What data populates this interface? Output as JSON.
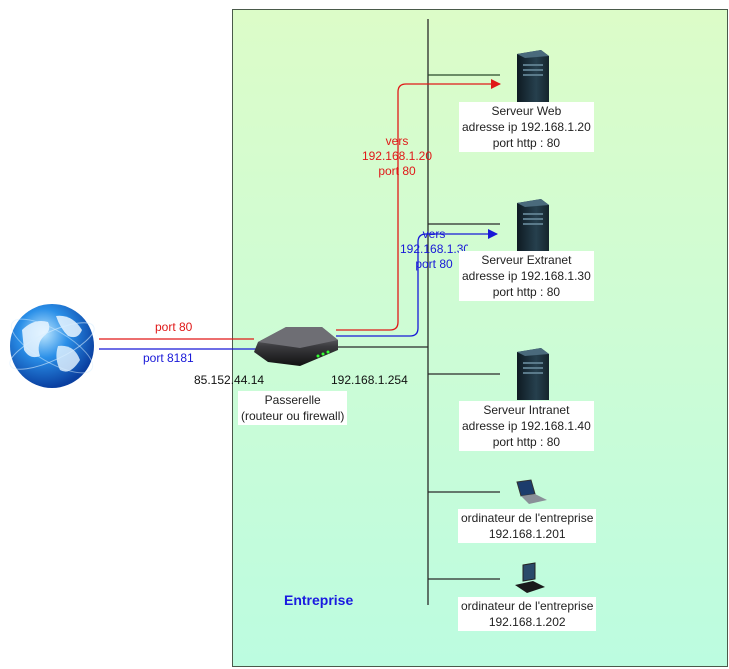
{
  "diagram": {
    "zone_label": "Entreprise",
    "colors": {
      "zone_top": "#dcfcc8",
      "zone_bottom": "#bcfce0",
      "web_flow": "#e01818",
      "extranet_flow": "#1818d8",
      "label_blue": "#1a1ae0",
      "bus": "#2a2a2a"
    },
    "internet": {
      "icon": "globe-icon",
      "links": [
        {
          "label": "port 80",
          "color": "red"
        },
        {
          "label": "port 8181",
          "color": "blue"
        }
      ]
    },
    "gateway": {
      "icon": "router-icon",
      "wan_ip": "85.152.44.14",
      "lan_ip": "192.168.1.254",
      "name_line1": "Passerelle",
      "name_line2": "(routeur ou firewall)"
    },
    "flows": [
      {
        "line1": "vers",
        "line2": "192.168.1.20",
        "line3": "port 80",
        "color": "red"
      },
      {
        "line1": "vers",
        "line2": "192.168.1.30",
        "line3": "port 80",
        "color": "blue"
      }
    ],
    "nodes": [
      {
        "icon": "server-icon",
        "lines": [
          "Serveur Web",
          "adresse ip 192.168.1.20",
          "port http : 80"
        ]
      },
      {
        "icon": "server-icon",
        "lines": [
          "Serveur Extranet",
          "adresse ip 192.168.1.30",
          "port http : 80"
        ]
      },
      {
        "icon": "server-icon",
        "lines": [
          "Serveur Intranet",
          "adresse ip 192.168.1.40",
          "port http : 80"
        ]
      },
      {
        "icon": "laptop-icon",
        "lines": [
          "ordinateur de l'entreprise",
          "192.168.1.201"
        ]
      },
      {
        "icon": "desktop-icon",
        "lines": [
          "ordinateur de l'entreprise",
          "192.168.1.202"
        ]
      }
    ]
  }
}
